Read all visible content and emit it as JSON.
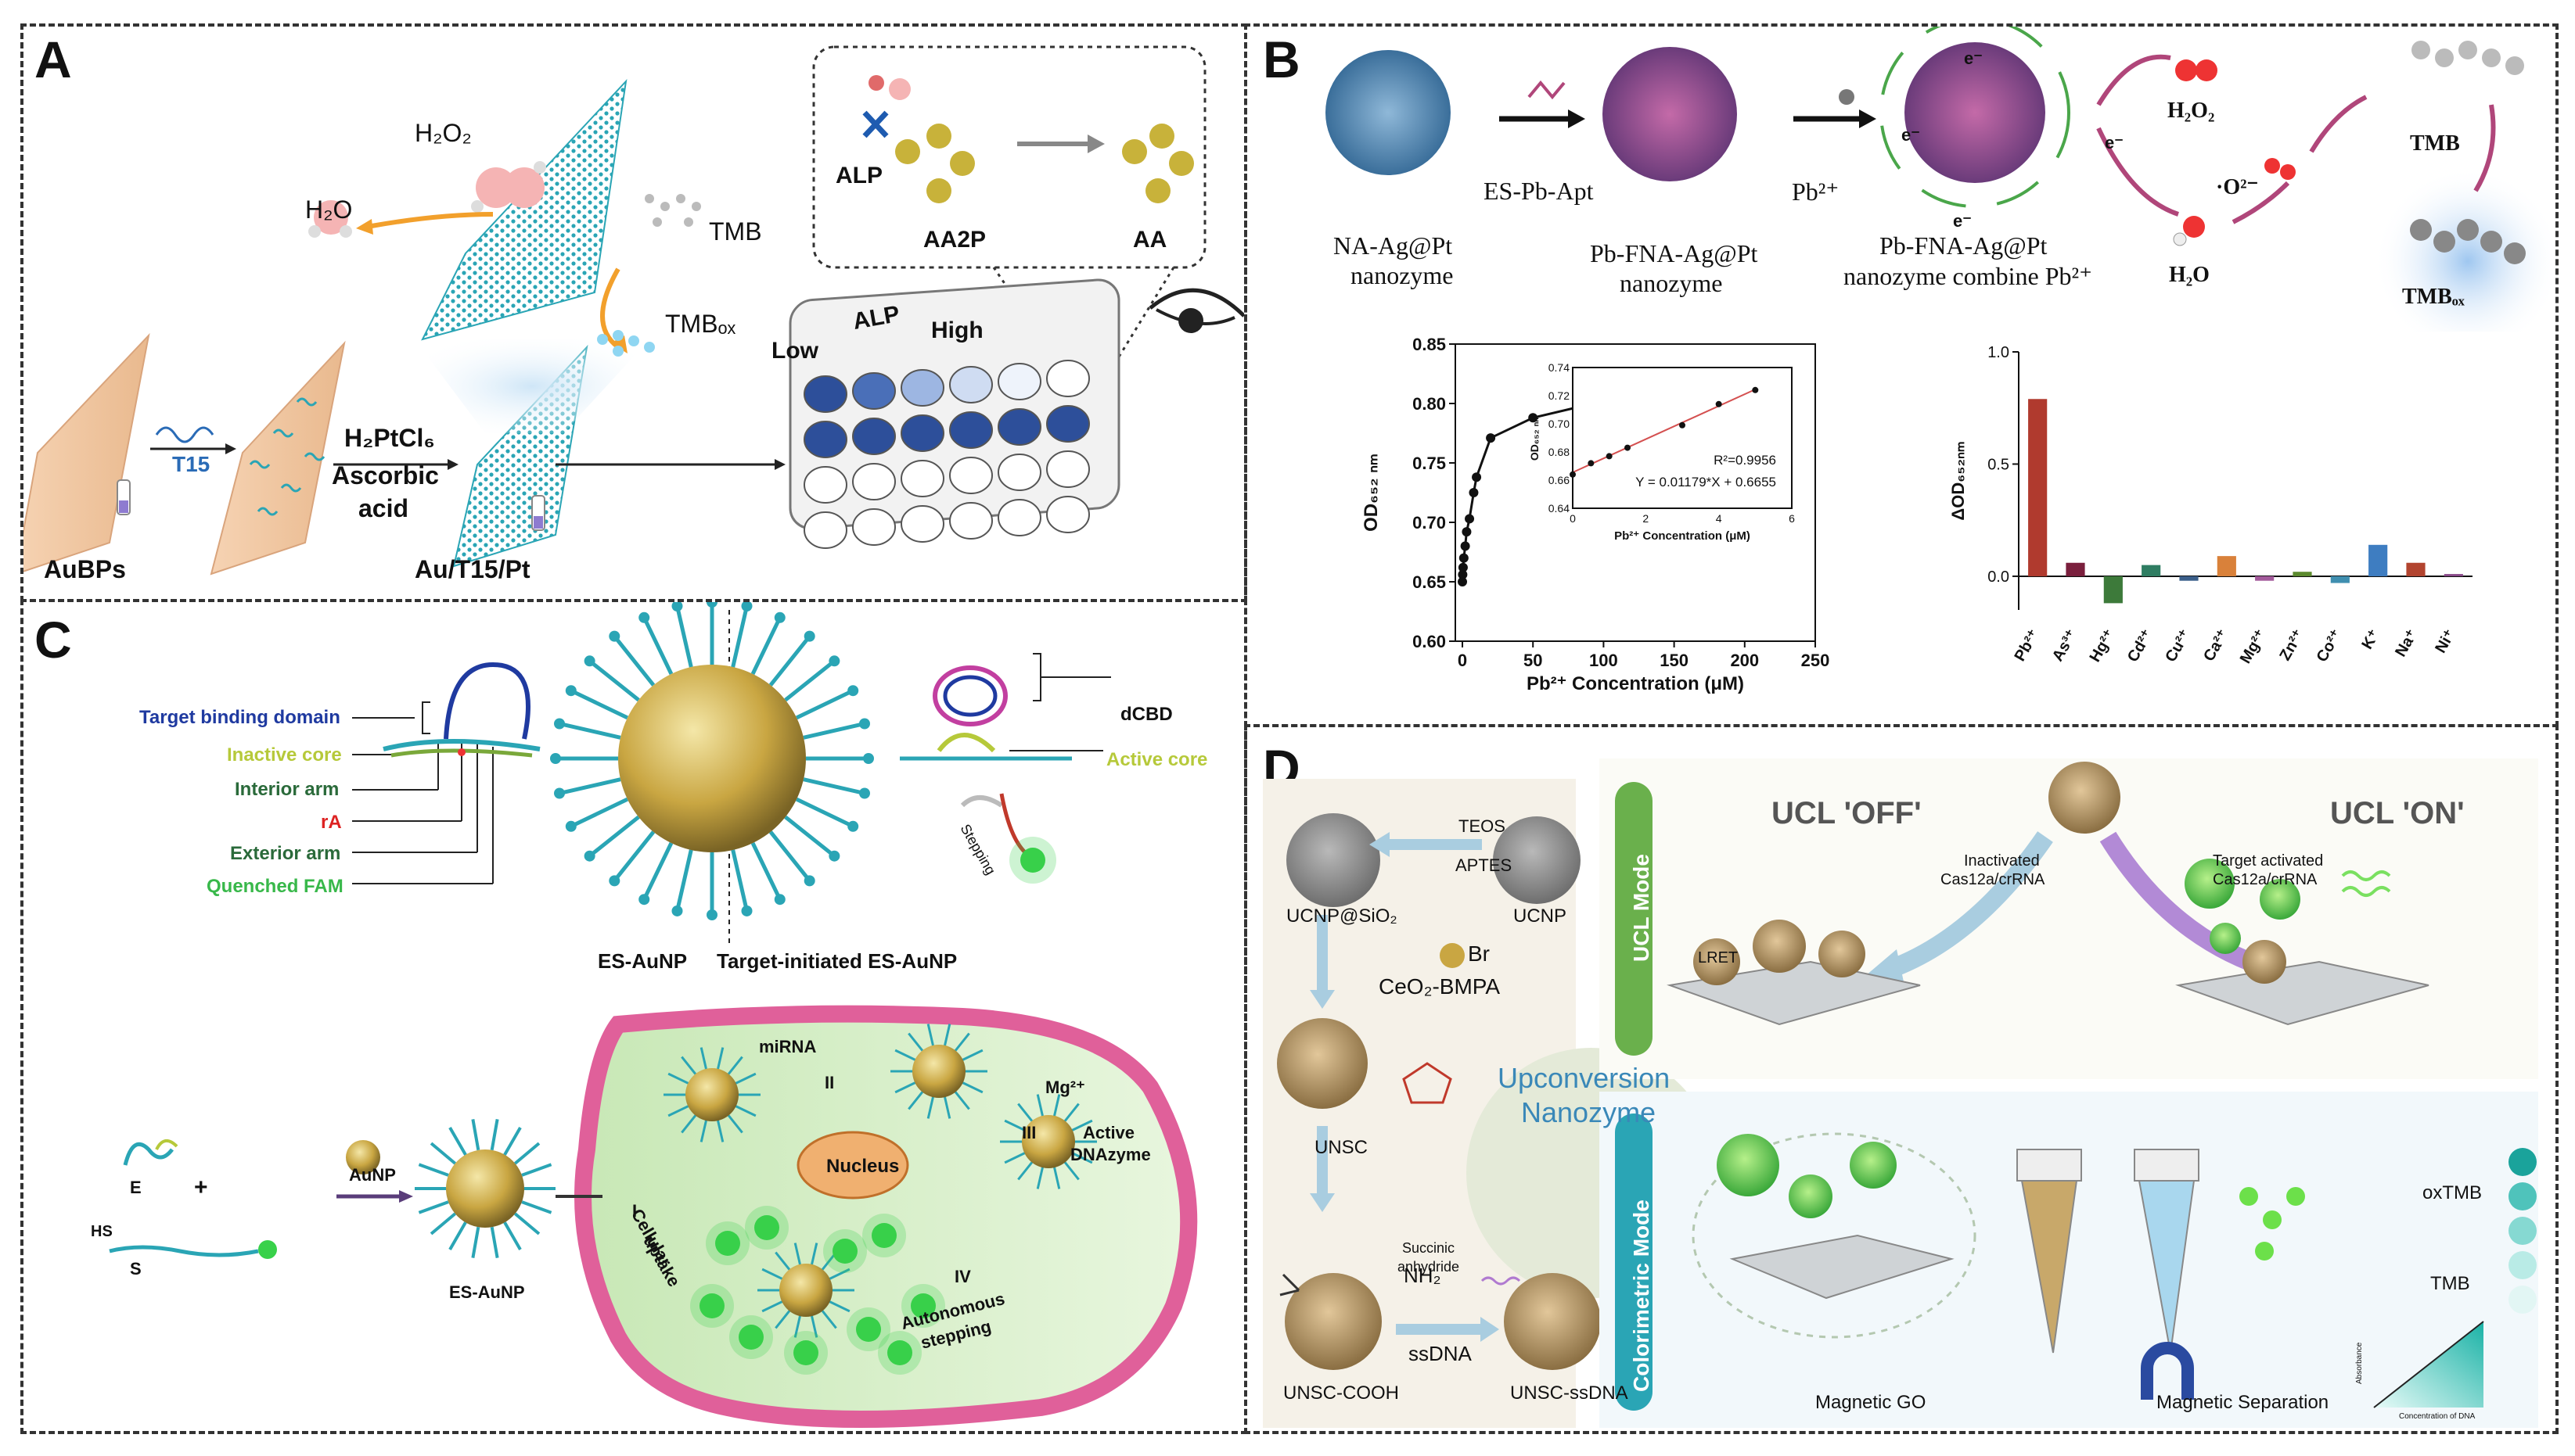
{
  "panels": {
    "A": {
      "label": "A",
      "h2o2": "H₂O₂",
      "h2o": "H₂O",
      "tmb": "TMB",
      "tmbox": "TMBₒₓ",
      "alp": "ALP",
      "aa2p": "AA2P",
      "aa": "AA",
      "low": "Low",
      "alp_gradient": "ALP",
      "high": "High",
      "t15": "T15",
      "reagent1": "H₂PtCl₆",
      "reagent2": "Ascorbic",
      "reagent3": "acid",
      "aubps": "AuBPs",
      "product": "Au/T15/Pt",
      "plate_colors": [
        "#2d4f9a",
        "#4a6fb8",
        "#9db6e2",
        "#cfdcf2",
        "#eef3fb",
        "#ffffff",
        "#2d4f9a",
        "#2d4f9a",
        "#2d4f9a",
        "#2d4f9a",
        "#2d4f9a",
        "#2d4f9a"
      ]
    },
    "B": {
      "label": "B",
      "step1": "NA-Ag@Pt",
      "step1b": "nanozyme",
      "arrow1": "ES-Pb-Apt",
      "step2": "Pb-FNA-Ag@Pt",
      "step2b": "nanozyme",
      "arrow2": "Pb²⁺",
      "step3": "Pb-FNA-Ag@Pt",
      "step3b": "nanozyme combine Pb²⁺",
      "h2o2": "H₂O₂",
      "o2": "·O²⁻",
      "h2o": "H₂O",
      "tmb": "TMB",
      "tmbox": "TMBₒₓ",
      "electron": "e⁻"
    },
    "C": {
      "label": "C",
      "target_binding": "Target binding domain",
      "inactive_core": "Inactive core",
      "interior_arm": "Interior arm",
      "ra": "rA",
      "exterior_arm": "Exterior arm",
      "quenched_fam": "Quenched FAM",
      "dcbd": "dCBD",
      "active_core": "Active core",
      "stepping": "Stepping",
      "es_aunp": "ES-AuNP",
      "target_es_aunp": "Target-initiated ES-AuNP",
      "e": "E",
      "plus": "+",
      "hs": "HS",
      "s": "S",
      "aunp": "AuNP",
      "es_aunp2": "ES-AuNP",
      "mirna": "miRNA",
      "ii": "II",
      "mg": "Mg²⁺",
      "iii": "III",
      "active": "Active",
      "dnazyme": "DNAzyme",
      "nucleus": "Nucleus",
      "i": "I",
      "cellular": "Cellular",
      "uptake": "uptake",
      "iv": "IV",
      "autonomous": "Autonomous",
      "stepping2": "stepping"
    },
    "D": {
      "label": "D",
      "teos": "TEOS",
      "aptes": "APTES",
      "ucnp_sio2": "UCNP@SiO₂",
      "ucnp": "UCNP",
      "br": "Br",
      "ceo2": "CeO₂-BMPA",
      "unsc": "UNSC",
      "succinic": "Succinic",
      "anhydride": "anhydride",
      "upconversion": "Upconversion",
      "nanozyme": "Nanozyme",
      "nh2": "NH₂",
      "ssdna": "ssDNA",
      "unsc_cooh": "UNSC-COOH",
      "unsc_ssdna": "UNSC-ssDNA",
      "ucl_off": "UCL  'OFF'",
      "ucl_on": "UCL  'ON'",
      "inactivated": "Inactivated",
      "cas_crrna": "Cas12a/crRNA",
      "target_activated": "Target activated",
      "cas_crrna2": "Cas12a/crRNA",
      "lret": "LRET",
      "ucl_mode": "UCL Mode",
      "colorimetric_mode": "Colorimetric Mode",
      "oxtmb": "oxTMB",
      "tmb": "TMB",
      "magnetic_go": "Magnetic GO",
      "magnetic_sep": "Magnetic Separation",
      "absorbance": "Absorbance",
      "conc_dna": "Concentration of DNA",
      "dots": [
        "#1aa39b",
        "#4fc3bb",
        "#86d9d2",
        "#b9ebe6",
        "#e2f6f4"
      ]
    }
  },
  "chart_data": [
    {
      "type": "scatter",
      "title": "",
      "xlabel": "Pb²⁺ Concentration (μM)",
      "ylabel": "OD₆₅₂ ₙₘ",
      "xlim": [
        -5,
        250
      ],
      "ylim": [
        0.6,
        0.85
      ],
      "xticks": [
        "0",
        "50",
        "100",
        "150",
        "200",
        "250"
      ],
      "yticks": [
        "0.60",
        "0.65",
        "0.70",
        "0.75",
        "0.80",
        "0.85"
      ],
      "series": [
        {
          "x": [
            0,
            0.2,
            0.5,
            1,
            2,
            3,
            5,
            8,
            10,
            20,
            50,
            100,
            200
          ],
          "y": [
            0.65,
            0.656,
            0.662,
            0.67,
            0.68,
            0.692,
            0.703,
            0.725,
            0.738,
            0.771,
            0.788,
            0.802,
            0.817
          ]
        }
      ]
    },
    {
      "type": "scatter",
      "title": "",
      "xlabel": "Pb²⁺ Concentration (μM)",
      "ylabel": "OD₆₅₂ ₙₘ",
      "xlim": [
        0,
        6
      ],
      "ylim": [
        0.64,
        0.74
      ],
      "xticks": [
        "0",
        "2",
        "4",
        "6"
      ],
      "yticks": [
        "0.64",
        "0.66",
        "0.68",
        "0.70",
        "0.72",
        "0.74"
      ],
      "annotations": [
        "R²=0.9956",
        "Y = 0.01179*X + 0.6655"
      ],
      "series": [
        {
          "x": [
            0,
            0.5,
            1,
            1.5,
            3,
            4,
            5
          ],
          "y": [
            0.664,
            0.672,
            0.677,
            0.683,
            0.699,
            0.714,
            0.724
          ]
        }
      ]
    },
    {
      "type": "bar",
      "title": "",
      "xlabel": "",
      "ylabel": "ΔOD₆₅₂ₙₘ",
      "ylim": [
        -0.15,
        1.0
      ],
      "yticks": [
        "0.0",
        "0.5",
        "1.0"
      ],
      "categories": [
        "Pb²⁺",
        "As³⁺",
        "Hg²⁺",
        "Cd²⁺",
        "Cu²⁺",
        "Ca²⁺",
        "Mg²⁺",
        "Zn²⁺",
        "Co²⁺",
        "K⁺",
        "Na⁺",
        "Ni⁺"
      ],
      "values": [
        0.79,
        0.06,
        -0.12,
        0.05,
        -0.02,
        0.09,
        -0.02,
        0.02,
        -0.03,
        0.14,
        0.06,
        0.01
      ],
      "colors": [
        "#b03a2e",
        "#7a1f3d",
        "#3d7a3a",
        "#2f7d62",
        "#3b5f8a",
        "#d9813a",
        "#a35a9b",
        "#5c8a2e",
        "#3f8fb0",
        "#3e7dc1",
        "#b2442f",
        "#8a4a8a"
      ]
    }
  ]
}
